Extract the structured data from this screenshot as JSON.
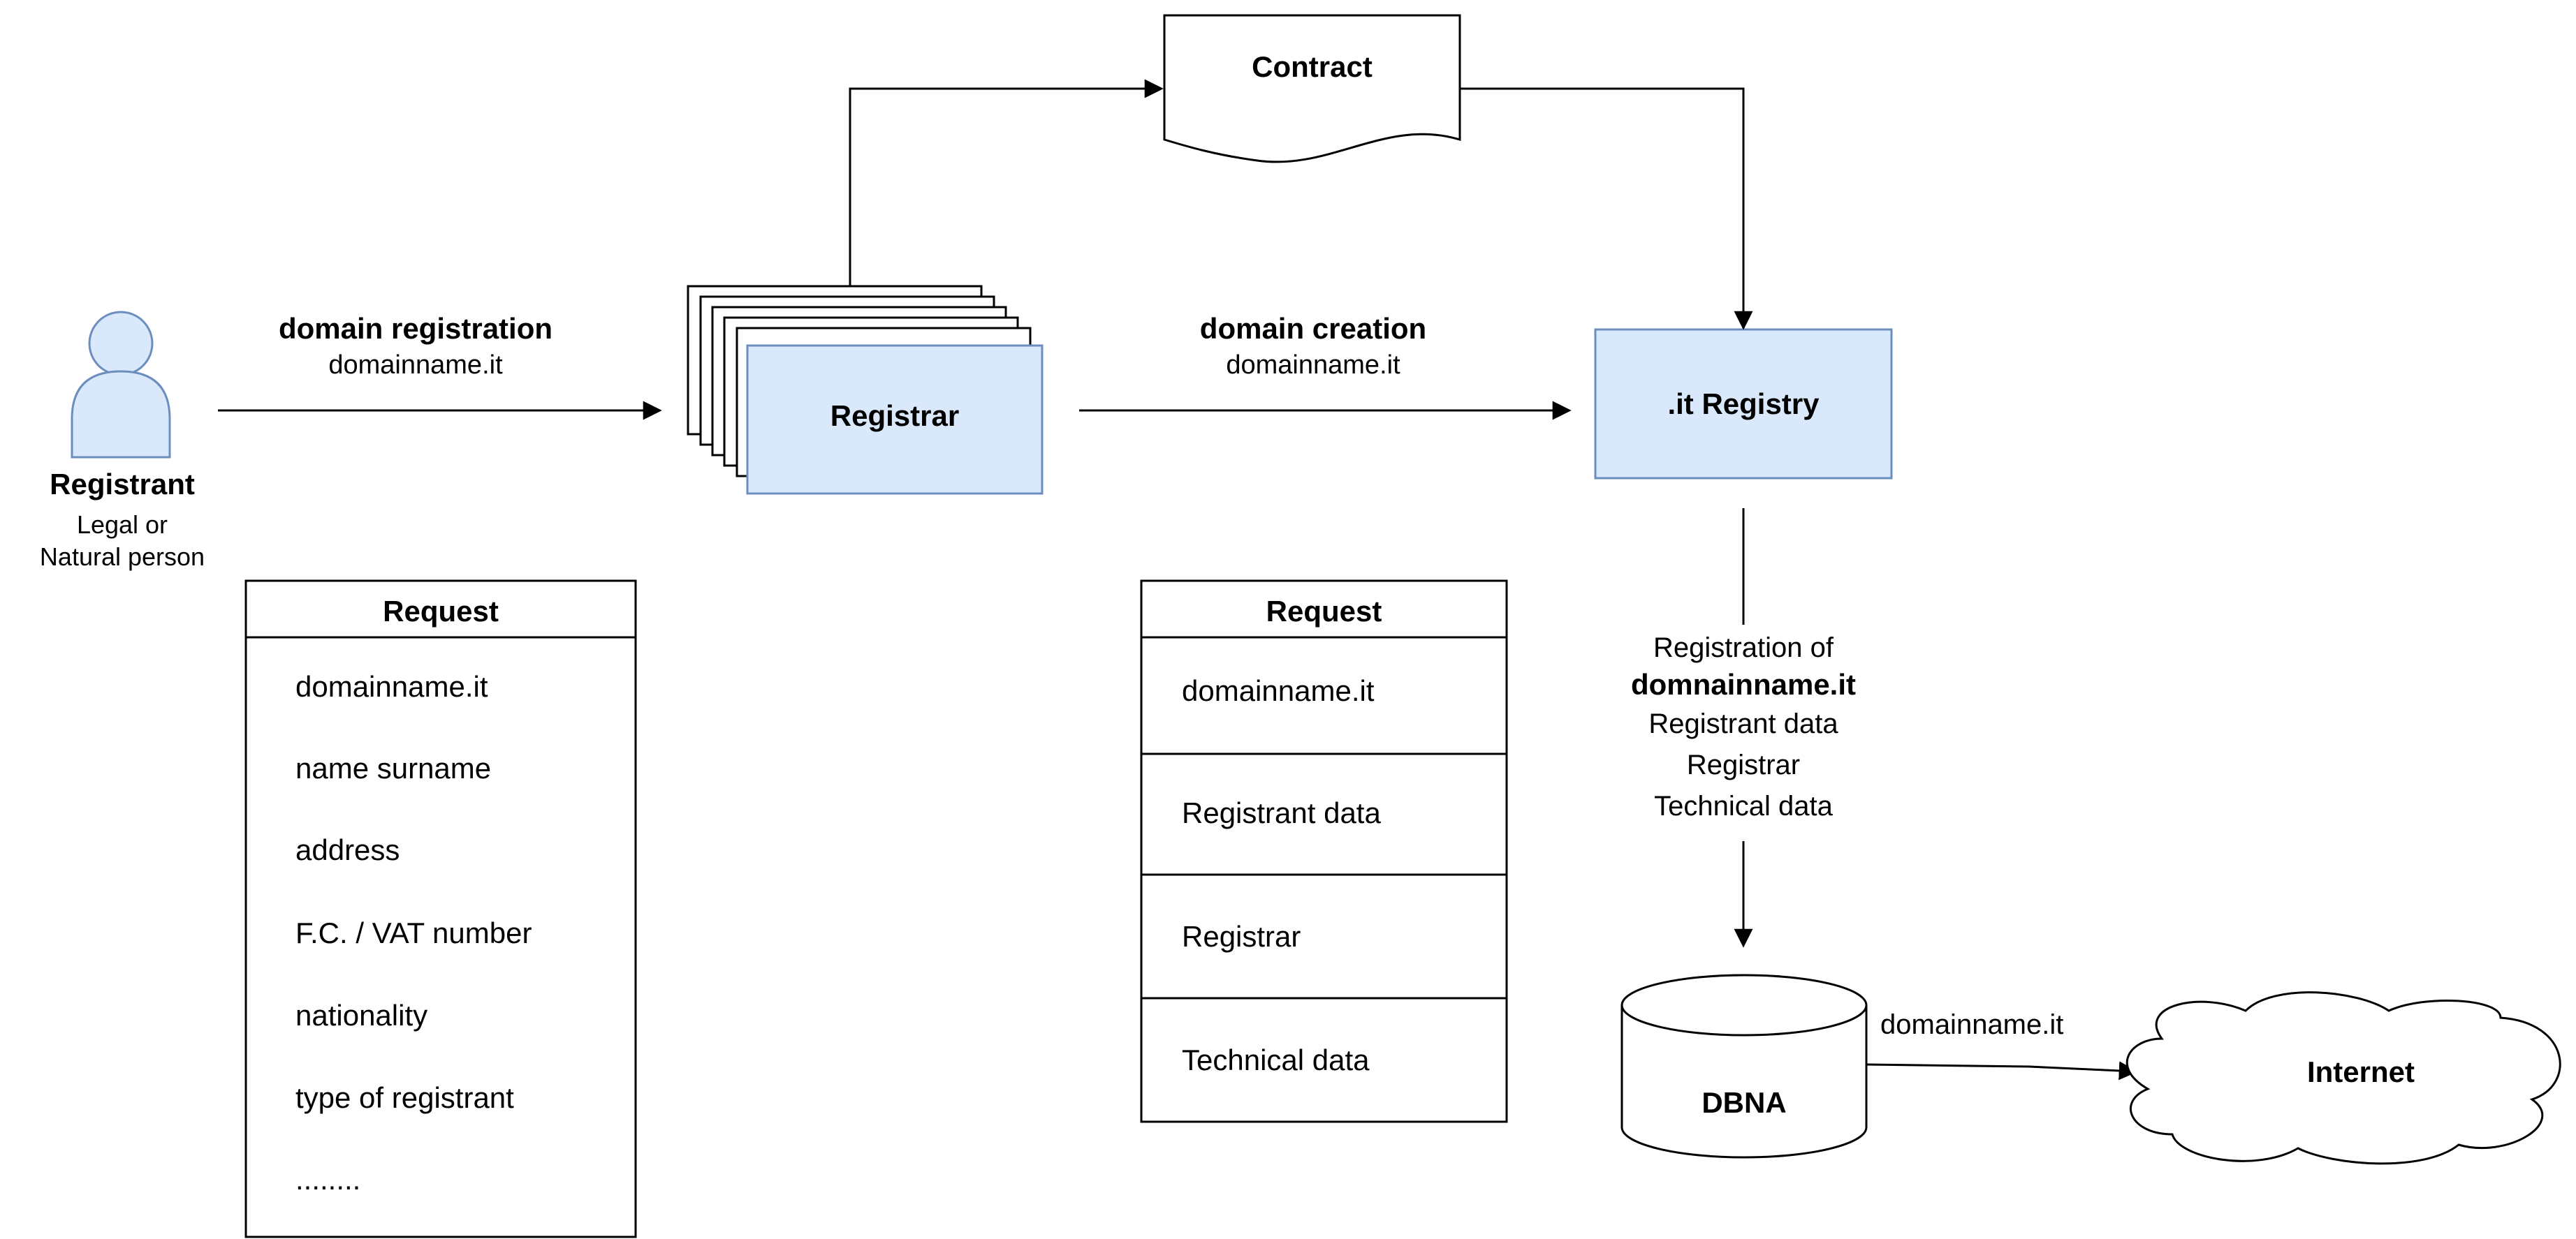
{
  "registrant": {
    "title": "Registrant",
    "subtitle_line1": "Legal or",
    "subtitle_line2": "Natural person"
  },
  "edge_registration": {
    "title": "domain registration",
    "domain": "domainname.it"
  },
  "registrar": {
    "label": "Registrar"
  },
  "contract": {
    "label": "Contract"
  },
  "edge_creation": {
    "title": "domain creation",
    "domain": "domainname.it"
  },
  "registry": {
    "label": ".it Registry"
  },
  "registration_note": {
    "line1": "Registration of",
    "line2": "domnainname.it",
    "line3": "Registrant data",
    "line4": "Registrar",
    "line5": "Technical data"
  },
  "request_left": {
    "header": "Request",
    "items": [
      "domainname.it",
      "name surname",
      "address",
      "F.C. / VAT number",
      "nationality",
      "type of registrant",
      "........"
    ]
  },
  "request_middle": {
    "header": "Request",
    "items": [
      "domainname.it",
      "Registrant data",
      "Registrar",
      "Technical data"
    ]
  },
  "dbna": {
    "label": "DBNA"
  },
  "edge_internet": {
    "label": "domainname.it"
  },
  "internet": {
    "label": "Internet"
  },
  "colors": {
    "node_fill": "#dae8fc",
    "node_stroke": "#6c8ebf",
    "line": "#000000"
  }
}
